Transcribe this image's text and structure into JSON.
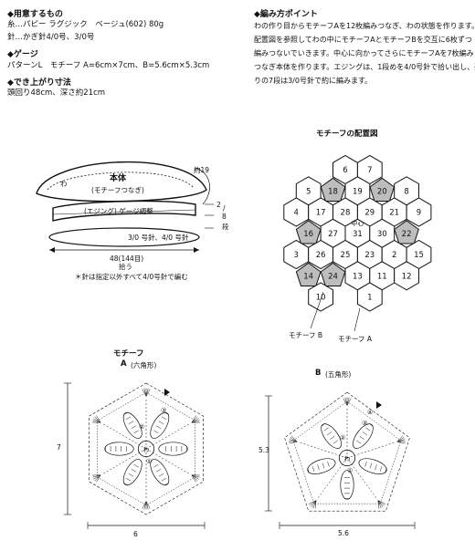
{
  "materials": {
    "heading": "◆用意するもの",
    "yarn": "糸…パピー ラグジック　ベージュ(602) 80g",
    "hook": "針…かぎ針4/0号、3/0号"
  },
  "gauge": {
    "heading": "◆ゲージ",
    "text": "パターンL　モチーフ A=6cm×7cm、B=5.6cm×5.3cm"
  },
  "finished": {
    "heading": "◆でき上がり寸法",
    "text": "頭回り48cm、深さ約21cm"
  },
  "howto": {
    "heading": "◆編み方ポイント",
    "lines": [
      "わの作り目からモチーフAを12枚編みつなぎ、わの状態を作ります。",
      "配置図を参照してわの中にモチーフAとモチーフBを交互に6枚ずつ",
      "編みつないでいきます。中心に向かってさらにモチーフAを7枚編み",
      "つなぎ本体を作ります。エジングは、1段めを4/0号針で拾い出し、残",
      "りの7段は3/0号針で約に編みます。"
    ]
  },
  "beret": {
    "body_label": "本体",
    "body_sub": "(モチーフつなぎ)",
    "edging_label": "(エジング) ゲージ調整",
    "wa_label": "わ",
    "depth_label": "約19",
    "side_num": "2",
    "side_sep": "/",
    "rows_label": "8",
    "rows_unit": "段",
    "needles_label": "3/0 号針、4/0 号針",
    "width_label": "48(144目)",
    "width_sub": "拾う",
    "note": "＊針は指定以外すべて4/0号針で編む"
  },
  "layout": {
    "title": "モチーフの配置図",
    "center_label": "中心",
    "label_b": "モチーフ B",
    "label_a": "モチーフ A",
    "hex_numbers": [
      "6",
      "7",
      "5",
      "18",
      "19",
      "20",
      "8",
      "4",
      "17",
      "28",
      "29",
      "21",
      "9",
      "16",
      "27",
      "31",
      "30",
      "22",
      "3",
      "26",
      "25",
      "23",
      "2",
      "15",
      "14",
      "24",
      "13",
      "11",
      "12",
      "10",
      "1"
    ],
    "pent_numbers": [
      "18",
      "20",
      "16",
      "22",
      "14",
      "24"
    ]
  },
  "motif": {
    "title": "モチーフ",
    "a_label": "A",
    "a_sub": "(六角形)",
    "b_label": "B",
    "b_sub": "(五角形)",
    "a_height": "7",
    "a_width": "6",
    "b_height": "5.3",
    "b_width": "5.6",
    "round_3": "③",
    "round_2": "②",
    "round_1": "①",
    "round_4": "④",
    "start_mark": "わ"
  },
  "colors": {
    "ink": "#111111",
    "pent_fill": "#bdbdbd",
    "paper": "#ffffff"
  }
}
